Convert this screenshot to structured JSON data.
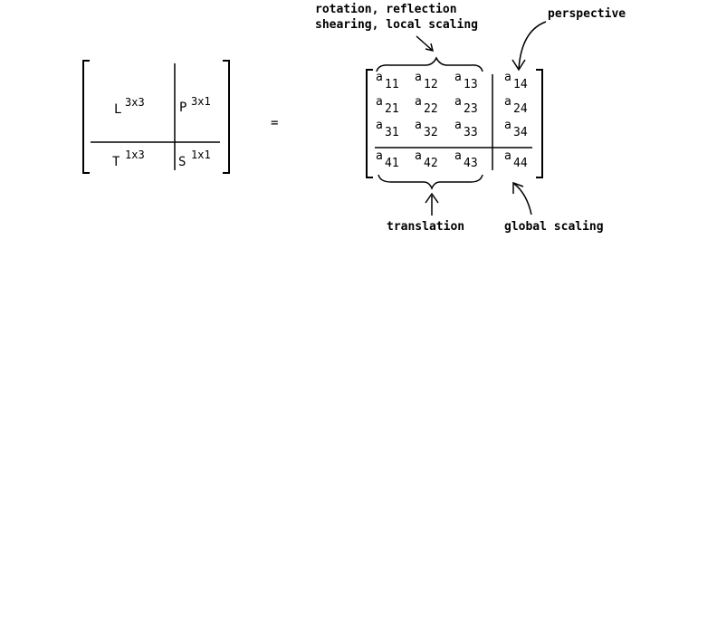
{
  "left_block": {
    "top_left": {
      "base": "L",
      "sup": "3x3"
    },
    "top_right": {
      "base": "P",
      "sup": "3x1"
    },
    "bottom_left": {
      "base": "T",
      "sup": "1x3"
    },
    "bottom_right": {
      "base": "S",
      "sup": "1x1"
    }
  },
  "equals": "=",
  "matrix": {
    "rows": [
      [
        {
          "a": "a",
          "sub": "11"
        },
        {
          "a": "a",
          "sub": "12"
        },
        {
          "a": "a",
          "sub": "13"
        },
        {
          "a": "a",
          "sub": "14"
        }
      ],
      [
        {
          "a": "a",
          "sub": "21"
        },
        {
          "a": "a",
          "sub": "22"
        },
        {
          "a": "a",
          "sub": "23"
        },
        {
          "a": "a",
          "sub": "24"
        }
      ],
      [
        {
          "a": "a",
          "sub": "31"
        },
        {
          "a": "a",
          "sub": "32"
        },
        {
          "a": "a",
          "sub": "33"
        },
        {
          "a": "a",
          "sub": "34"
        }
      ],
      [
        {
          "a": "a",
          "sub": "41"
        },
        {
          "a": "a",
          "sub": "42"
        },
        {
          "a": "a",
          "sub": "43"
        },
        {
          "a": "a",
          "sub": "44"
        }
      ]
    ]
  },
  "annotations": {
    "rotation_line1": "rotation, reflection",
    "rotation_line2": "shearing, local scaling",
    "perspective": "perspective",
    "translation": "translation",
    "global_scaling": "global scaling"
  }
}
